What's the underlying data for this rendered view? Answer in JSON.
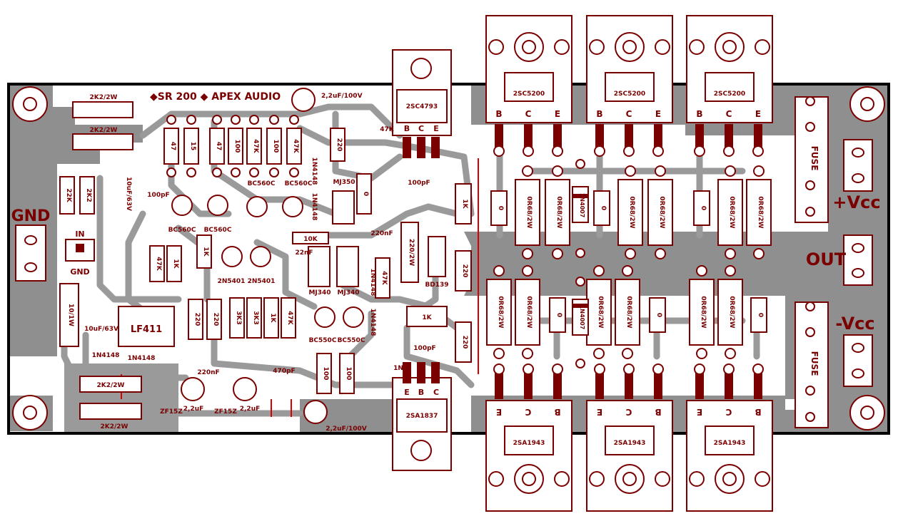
{
  "colors": {
    "board": "#8c8c8c",
    "copper": "#a9a9a9",
    "ink": "#7a0000",
    "outline": "#000000",
    "red": "#d80000"
  },
  "header": {
    "title": "SR 200",
    "brand": "APEX AUDIO",
    "cap_top": "2,2uF/100V"
  },
  "power": {
    "out": "OUT",
    "vcc_pos": "+Vcc",
    "vcc_neg": "-Vcc",
    "gnd": "GND",
    "gnd2": "GND",
    "in": "IN",
    "fuse": "FUSE"
  },
  "npn_outputs": {
    "label": "2SC5200",
    "pins": [
      "B",
      "C",
      "E"
    ]
  },
  "pnp_outputs": {
    "label": "2SA1943",
    "pins": [
      "E",
      "C",
      "B"
    ]
  },
  "drivers": {
    "npn": "2SC4793",
    "pnp": "2SA1837",
    "npn_pins": [
      "B",
      "C",
      "E"
    ],
    "pnp_pins": [
      "E",
      "B",
      "C"
    ],
    "npn_res": "47K",
    "pnp_res": "1N"
  },
  "emitter_resistor": "0R68/2W",
  "diode_main": "1N4007",
  "parts": {
    "r_2k2_top": "2K2/2W",
    "r_2k2_top2": "2K2/2W",
    "r_2k2_bot": "2K2/2W",
    "r_2k2_bot2": "2K2/2W",
    "r_22k": "22K",
    "r_2k2": "2K2",
    "c_10uf": "10uF/63V",
    "c_10uf2": "10uF/63V",
    "c_100pf": "100pF",
    "c_100pf_top": "100pF",
    "c_100pf_bot": "100pF",
    "bc560c": "BC560C",
    "bc560c_2": "BC560C",
    "bc560c_3": "BC560C",
    "bc560c_4": "BC560C",
    "bc550c": "BC550C",
    "bc550c_2": "BC550C",
    "n2n5401": "2N5401",
    "n2n5401_2": "2N5401",
    "r_47": "47",
    "r_15": "15",
    "r_47b": "47",
    "r_100": "100",
    "r_47k": "47K",
    "r_100b": "100",
    "r_47kb": "47K",
    "r_220": "220",
    "r_1k": "1K",
    "r_47kc": "47K",
    "r_1kb": "1K",
    "r_1kc": "1K",
    "r_1kd": "1K",
    "r_3k3": "3K3",
    "r_3k3b": "3K3",
    "r_1ke": "1K",
    "r_47kd": "47K",
    "r_220b": "220",
    "r_220c": "220",
    "r_10k": "10K",
    "r_47ke": "47K",
    "r_100c": "100",
    "r_100d": "100",
    "r_220_2w": "220/2W",
    "r_220d": "220",
    "r_220e": "220",
    "c_22nf": "22nF",
    "c_220nf": "220nF",
    "c_220nf_b": "220nF",
    "c_470pf": "470pF",
    "c_2u2": "2,2uF",
    "c_2u2b": "2,2uF",
    "c_2u2_100": "2,2uF/100V",
    "d_1n4148": "1N4148",
    "d_1n4148b": "1N4148",
    "d_1n4148c": "1N4148",
    "d_1n4148d": "1N4148",
    "d_1n4148e": "1N4148",
    "d_1n4148f": "1N4148",
    "mj350": "MJ350",
    "mj340": "MJ340",
    "mj340b": "MJ340",
    "bd139": "BD139",
    "lf411": "LF411",
    "zf15z": "ZF15Z",
    "zf15z_b": "ZF15Z",
    "r_0": "0",
    "pin_e": "E",
    "pin_b": "B",
    "pin_c": "C"
  }
}
